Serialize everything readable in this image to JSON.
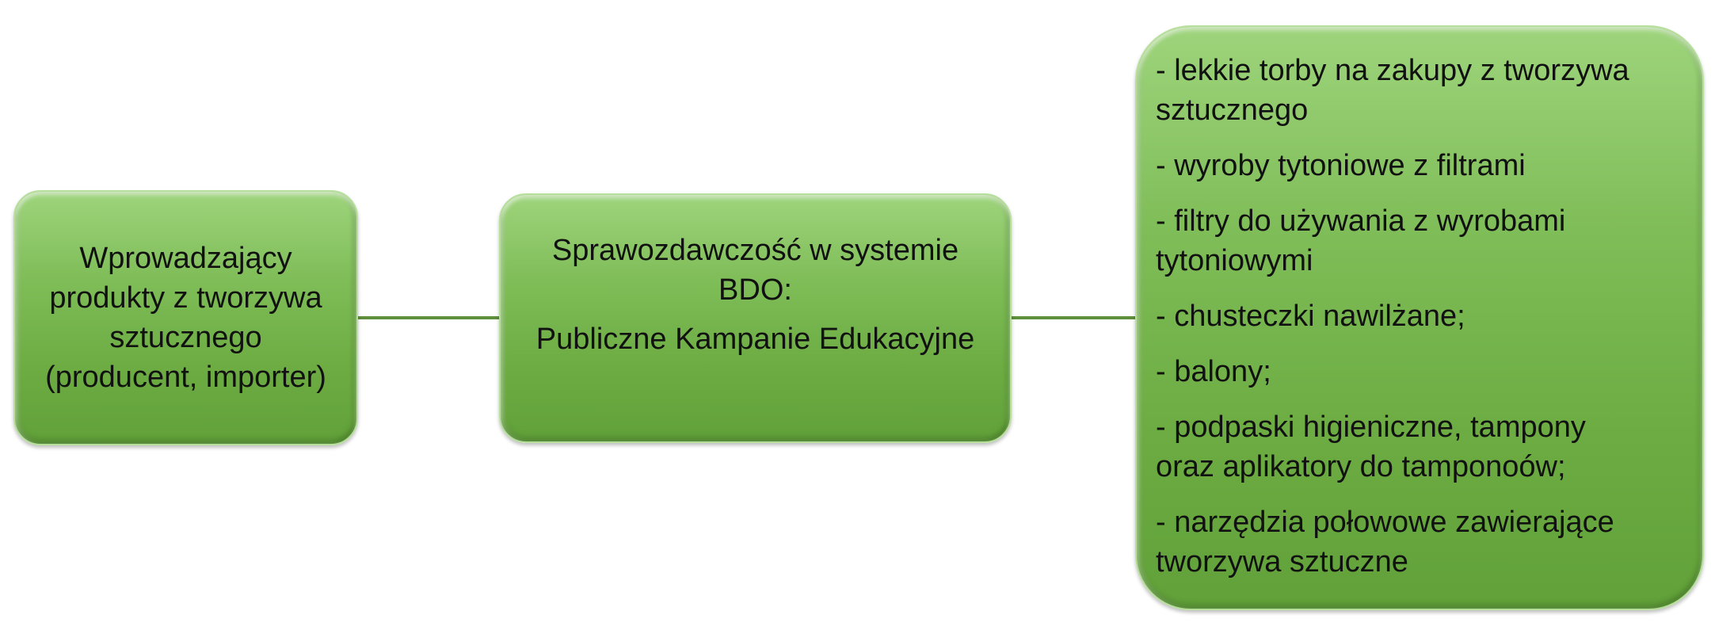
{
  "nodes": [
    {
      "lines": [
        "Wprowadzający",
        "produkty z tworzywa",
        "sztucznego",
        "(producent, importer)"
      ]
    },
    {
      "title_lines": [
        "Sprawozdawczość w systemie",
        "BDO:"
      ],
      "subtitle": "Publiczne Kampanie Edukacyjne"
    },
    {
      "items": [
        [
          "- lekkie torby na zakupy z tworzywa",
          "sztucznego"
        ],
        [
          "- wyroby tytoniowe z filtrami"
        ],
        [
          "- filtry do używania z wyrobami",
          "tytoniowymi"
        ],
        [
          "- chusteczki nawilżane;"
        ],
        [
          "- balony;"
        ],
        [
          "- podpaski higieniczne, tampony",
          "oraz aplikatory do tamponoów;"
        ],
        [
          "- narzędzia połowowe zawierające",
          "tworzywa sztuczne"
        ]
      ]
    }
  ],
  "colors": {
    "box_fill": "#7fbd58",
    "connector": "#5e8f3a"
  }
}
